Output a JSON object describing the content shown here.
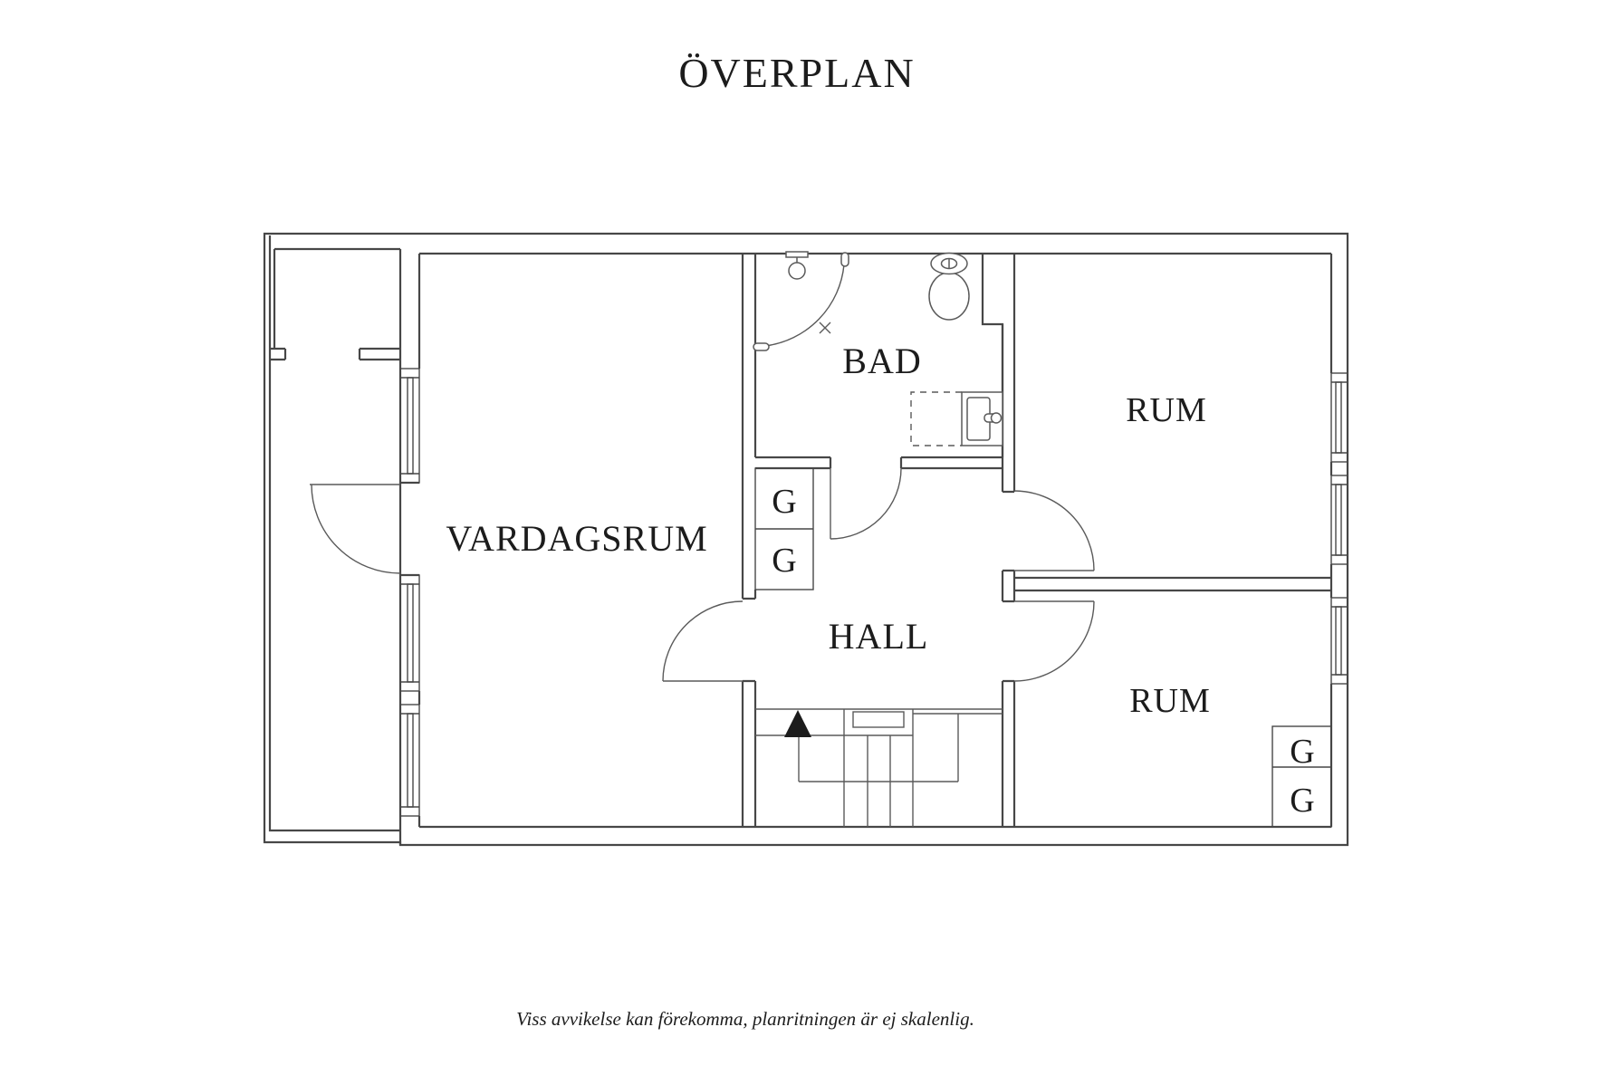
{
  "title": "ÖVERPLAN",
  "disclaimer": "Viss avvikelse kan förekomma, planritningen är ej skalenlig.",
  "rooms": {
    "living_room": "VARDAGSRUM",
    "bathroom": "BAD",
    "hall": "HALL",
    "room_upper": "RUM",
    "room_lower": "RUM"
  },
  "closet_label": "G",
  "colors": {
    "wall": "#474747",
    "fixture": "#5a5a5a",
    "text": "#1c1c1c",
    "background": "#ffffff"
  }
}
